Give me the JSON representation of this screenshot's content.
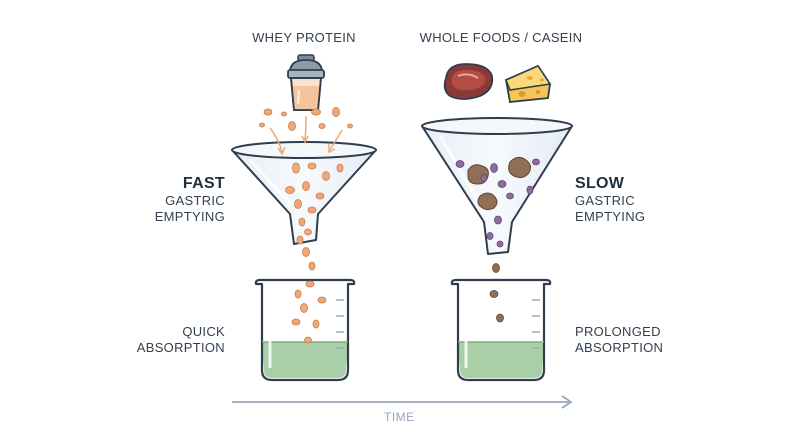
{
  "left": {
    "source_label": "WHEY PROTEIN",
    "speed": "FAST",
    "stage_line1": "GASTRIC",
    "stage_line2": "EMPTYING",
    "absorb_line1": "QUICK",
    "absorb_line2": "ABSORPTION"
  },
  "right": {
    "source_label": "WHOLE FOODS / CASEIN",
    "speed": "SLOW",
    "stage_line1": "GASTRIC",
    "stage_line2": "EMPTYING",
    "absorb_line1": "PROLONGED",
    "absorb_line2": "ABSORPTION"
  },
  "axis_label": "TIME",
  "icons": {
    "left_source": "shaker-bottle-icon",
    "right_source_1": "steak-icon",
    "right_source_2": "cheese-icon"
  },
  "colors": {
    "outline": "#2f3d4c",
    "whey_particle": "#f0a878",
    "casein_particle": "#8e6ca0",
    "food_chunk": "#8f6f55",
    "liquid": "#a8cfa6",
    "funnel_fill": "#eef3f8",
    "arrow": "#9aa7b8"
  }
}
